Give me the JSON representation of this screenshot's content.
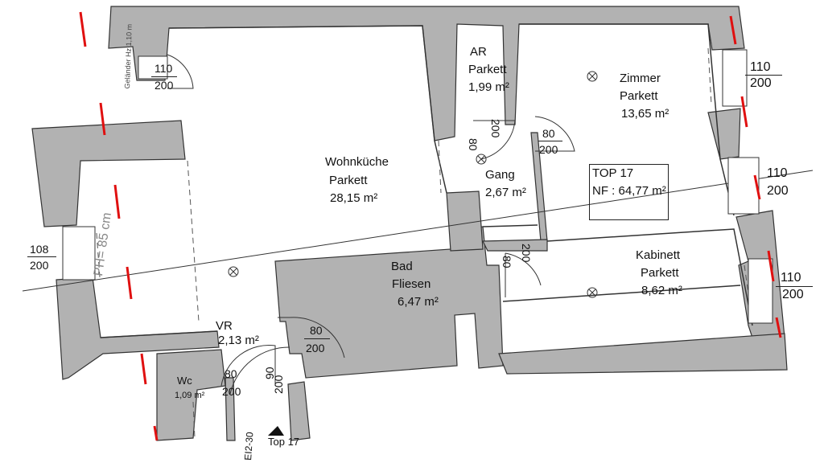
{
  "rooms": {
    "wohnkueche": {
      "name": "Wohnküche",
      "floor": "Parkett",
      "area": "28,15 m²"
    },
    "ar": {
      "name": "AR",
      "floor": "Parkett",
      "area": "1,99 m²"
    },
    "zimmer": {
      "name": "Zimmer",
      "floor": "Parkett",
      "area": "13,65 m²"
    },
    "gang": {
      "name": "Gang",
      "area": "2,67 m²"
    },
    "bad": {
      "name": "Bad",
      "floor": "Fliesen",
      "area": "6,47 m²"
    },
    "kabinett": {
      "name": "Kabinett",
      "floor": "Parkett",
      "area": "8,62 m²"
    },
    "vr": {
      "name": "VR",
      "area": "2,13 m²"
    },
    "wc": {
      "name": "Wc",
      "area": "1,09 m²"
    }
  },
  "unit_box": {
    "title": "TOP 17",
    "nf": "NF : 64,77 m²"
  },
  "section_label": "PH= 85 cm",
  "railing_note": "Geländer Hz 1,10 m",
  "entrance": {
    "label": "Top 17",
    "code": "EI2-30"
  },
  "windows": [
    {
      "id": "top-left",
      "w": "110",
      "h": "200"
    },
    {
      "id": "left",
      "w": "108",
      "h": "200"
    },
    {
      "id": "zimmer-top",
      "w": "110",
      "h": "200"
    },
    {
      "id": "zimmer-bottom",
      "w": "110",
      "h": "200"
    },
    {
      "id": "kabinett",
      "w": "110",
      "h": "200"
    }
  ],
  "doors": [
    {
      "id": "ar",
      "w": "80",
      "h": "200"
    },
    {
      "id": "zimmer",
      "w": "80",
      "h": "200"
    },
    {
      "id": "kabinett",
      "w": "80",
      "h": "200"
    },
    {
      "id": "bad",
      "w": "80",
      "h": "200"
    },
    {
      "id": "wc",
      "w": "80",
      "h": "200"
    },
    {
      "id": "entry",
      "w": "90",
      "h": "200"
    }
  ],
  "colors": {
    "wall": "#b2b2b2",
    "wall_stroke": "#333333",
    "cut_mark": "#e01010",
    "background": "#ffffff"
  }
}
